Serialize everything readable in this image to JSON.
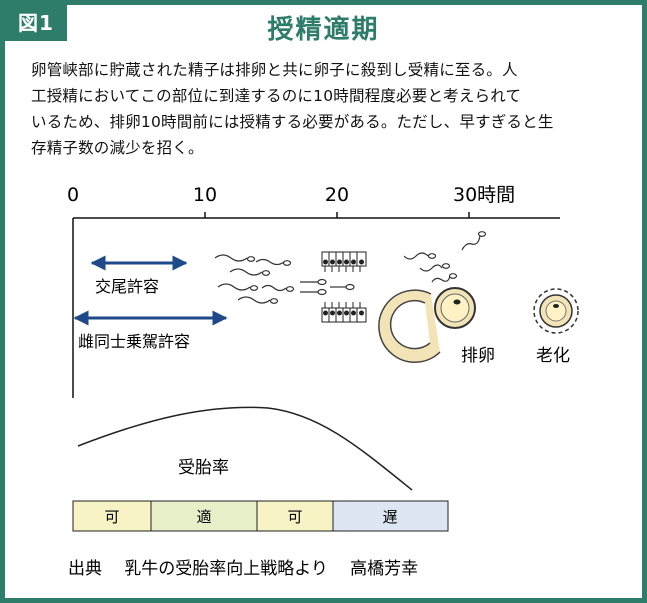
{
  "badge": "図1",
  "title": "授精適期",
  "description": [
    "卵管峡部に貯蔵された精子は排卵と共に卵子に殺到し受精に至る。人",
    "工授精においてこの部位に到達するのに10時間程度必要と考えられて",
    "いるため、排卵10時間前には授精する必要がある。ただし、早すぎると生",
    "存精子数の減少を招く。"
  ],
  "timeline": {
    "ticks": [
      "0",
      "10",
      "20",
      "30時間"
    ]
  },
  "arrows": {
    "mating": "交尾許容",
    "standing": "雌同士乗駕許容"
  },
  "labels": {
    "ovulation": "排卵",
    "aging": "老化"
  },
  "conception": {
    "label": "受胎率",
    "segments": [
      {
        "label": "可",
        "color": "#f8f3c4"
      },
      {
        "label": "適",
        "color": "#e6efc7"
      },
      {
        "label": "可",
        "color": "#f8f3c4"
      },
      {
        "label": "遅",
        "color": "#dce7f3"
      }
    ]
  },
  "source": {
    "prefix": "出典",
    "text": "乳牛の受胎率向上戦略より",
    "author": "高橋芳幸"
  },
  "colors": {
    "frame": "#2e7d6b",
    "arrow": "#1f4a8a",
    "egg": "#f3e4b7"
  }
}
